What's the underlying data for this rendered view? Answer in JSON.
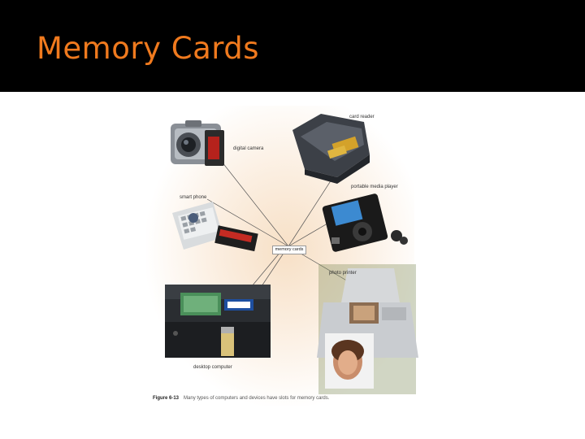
{
  "slide": {
    "title": "Memory Cards",
    "title_color": "#f07a1e",
    "background_color": "#000000"
  },
  "figure": {
    "labels": {
      "card_reader": "card reader",
      "digital_camera": "digital camera",
      "smart_phone": "smart phone",
      "portable_media_player": "portable media player",
      "memory_cards": "memory cards",
      "photo_printer": "photo printer",
      "desktop_computer": "desktop computer"
    },
    "caption_number": "Figure 6-13",
    "caption_text": "Many types of computers and devices have slots for memory cards."
  }
}
